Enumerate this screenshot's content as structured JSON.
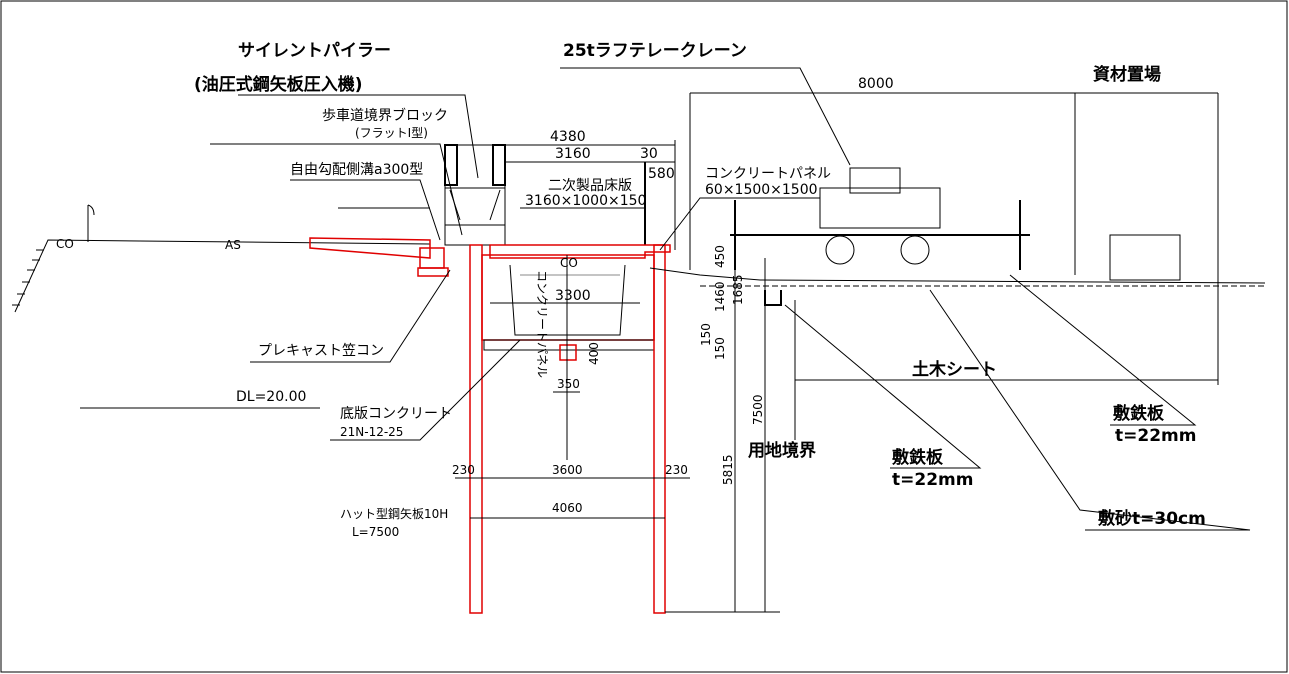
{
  "labels": {
    "silent_piler": "サイレントパイラー",
    "silent_piler_sub": "(油圧式鋼矢板圧入機)",
    "crane": "25tラフテレークレーン",
    "material_yard": "資材置場",
    "sidewalk_block": "歩車道境界ブロック",
    "sidewalk_block_sub": "(フラットⅠ型)",
    "side_ditch": "自由勾配側溝a300型",
    "floor_slab": "二次製品床版",
    "floor_slab_size": "3160×1000×150",
    "concrete_panel": "コンクリートパネル",
    "concrete_panel_size": "60×1500×1500",
    "precast_kasa": "プレキャスト笠コン",
    "dl": "DL=20.00",
    "base_concrete": "底版コンクリート",
    "base_concrete_spec": "21N-12-25",
    "hat_sheet_pile": "ハット型鋼矢板10H",
    "hat_sheet_pile_len": "L=7500",
    "civil_sheet": "土木シート",
    "steel_plate_right": "敷鉄板",
    "steel_plate_right_t": "t=22mm",
    "steel_plate_mid": "敷鉄板",
    "steel_plate_mid_t": "t=22mm",
    "land_boundary": "用地境界",
    "sand": "敷砂t=30cm",
    "co_left": "CO",
    "as": "AS",
    "co_mid": "CO",
    "culvert_text": "コンクリートパネル"
  },
  "dimensions": {
    "d8000": "8000",
    "d4380": "4380",
    "d3160": "3160",
    "d30": "30",
    "d580": "580",
    "d3300": "3300",
    "d350": "350",
    "d400": "400",
    "d450": "450",
    "d1460": "1460",
    "d1685": "1685",
    "d150a": "150",
    "d150b": "150",
    "d7500": "7500",
    "d5815": "5815",
    "d230l": "230",
    "d3600": "3600",
    "d230r": "230",
    "d4060": "4060"
  },
  "colors": {
    "line": "#000000",
    "sheet_pile": "#e00000",
    "aux": "#888888"
  }
}
